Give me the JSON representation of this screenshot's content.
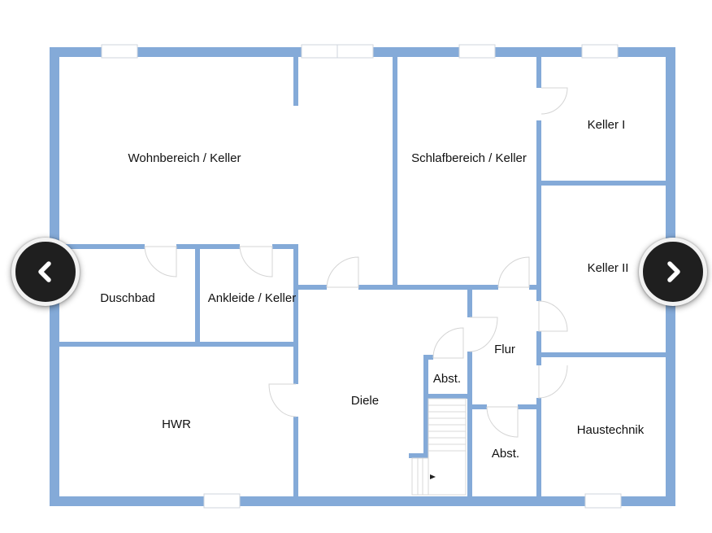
{
  "floor_plan": {
    "colors": {
      "wall": "#84aad8",
      "background": "#ffffff",
      "text": "#111111",
      "nav_button": "#1f1f1f"
    },
    "rooms": [
      {
        "id": "wohnbereich",
        "label": "Wohnbereich / Keller"
      },
      {
        "id": "schlafbereich",
        "label": "Schlafbereich / Keller"
      },
      {
        "id": "keller1",
        "label": "Keller I"
      },
      {
        "id": "keller2",
        "label": "Keller II"
      },
      {
        "id": "duschbad",
        "label": "Duschbad"
      },
      {
        "id": "ankleide",
        "label": "Ankleide / Keller"
      },
      {
        "id": "flur",
        "label": "Flur"
      },
      {
        "id": "abst1",
        "label": "Abst."
      },
      {
        "id": "diele",
        "label": "Diele"
      },
      {
        "id": "hwr",
        "label": "HWR"
      },
      {
        "id": "haustechnik",
        "label": "Haustechnik"
      },
      {
        "id": "abst2",
        "label": "Abst."
      }
    ]
  },
  "navigation": {
    "prev": {
      "icon": "chevron-left-icon",
      "label": "Previous"
    },
    "next": {
      "icon": "chevron-right-icon",
      "label": "Next"
    }
  }
}
